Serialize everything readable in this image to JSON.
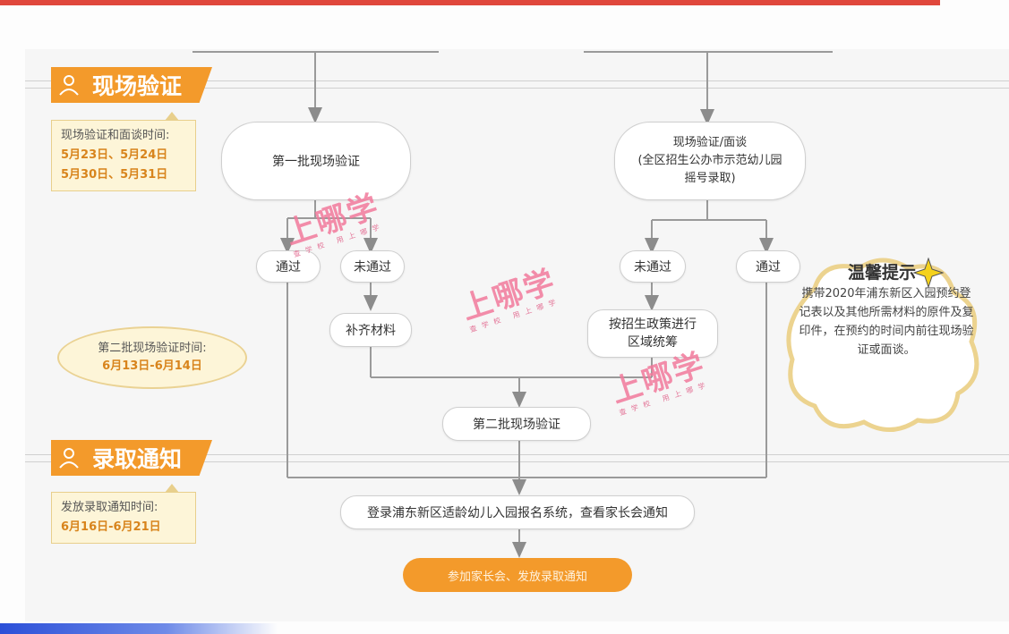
{
  "sections": {
    "verify_title": "现场验证",
    "admission_title": "录取通知"
  },
  "notes": {
    "verify_time_label": "现场验证和面谈时间:",
    "verify_dates_1": "5月23日、5月24日",
    "verify_dates_2": "5月30日、5月31日",
    "second_batch_label": "第二批现场验证时间:",
    "second_batch_dates": "6月13日-6月14日",
    "notice_time_label": "发放录取通知时间:",
    "notice_dates": "6月16日-6月21日"
  },
  "flow": {
    "first_batch": "第一批现场验证",
    "onsite_interview_1": "现场验证/面谈",
    "onsite_interview_2": "(全区招生公办市示范幼儿园",
    "onsite_interview_3": "摇号录取)",
    "pass_left": "通过",
    "fail_left": "未通过",
    "fail_right": "未通过",
    "pass_right": "通过",
    "supplement": "补齐材料",
    "policy_1": "按招生政策进行",
    "policy_2": "区域统筹",
    "second_batch": "第二批现场验证",
    "login_system": "登录浦东新区适龄幼儿入园报名系统，查看家长会通知",
    "final_step": "参加家长会、发放录取通知"
  },
  "tip": {
    "title": "温馨提示",
    "body": "携带2020年浦东新区入园预约登记表以及其他所需材料的原件及复印件，在预约的时间内前往现场验证或面谈。"
  },
  "watermark": {
    "brand": "上哪学",
    "slogan": "查学校 用上哪学"
  },
  "colors": {
    "accent": "#f39a2b",
    "top_bar": "#e0473c",
    "watermark": "#f27a9c"
  }
}
